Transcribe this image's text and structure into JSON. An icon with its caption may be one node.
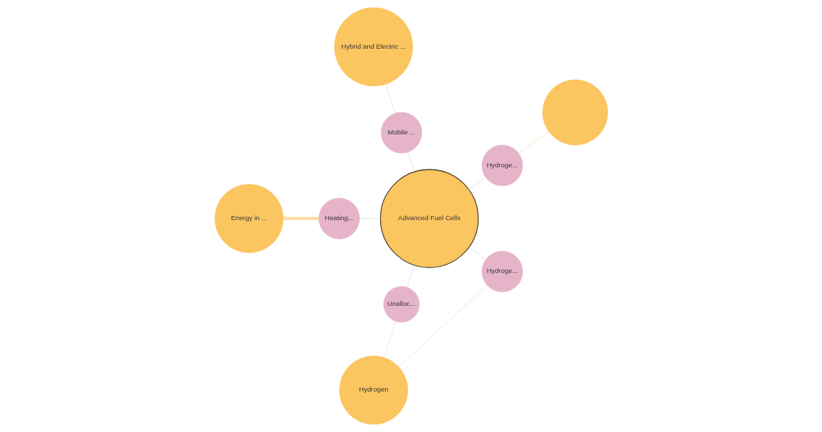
{
  "diagram": {
    "nodes": [
      {
        "text": [],
        "shape": "circle"
      },
      {
        "text": [
          "Hydroge..."
        ]
      },
      {
        "text": [
          "Hydrogen"
        ]
      },
      {
        "text": [
          "Hydroge..."
        ]
      },
      {
        "text": [
          "Advanced Fuel Cells"
        ]
      },
      {
        "text": [
          "Mobile ..."
        ]
      },
      {
        "text": [
          "Hybrid and Electric ..."
        ]
      },
      {
        "text": [
          "Heating..."
        ]
      },
      {
        "text": [
          "Unalloc..."
        ]
      },
      {
        "text": [
          "Energy in ..."
        ]
      }
    ],
    "edges": [
      {
        "from": 1,
        "to": 0,
        "arrow": "none",
        "color": "#f9e4bb"
      },
      {
        "from": 4,
        "to": 1,
        "arrow": "none"
      },
      {
        "from": 2,
        "to": 3,
        "arrow": "none",
        "color": "#f9e4bb"
      },
      {
        "from": 3,
        "to": 4,
        "arrow": "none"
      },
      {
        "from": 2,
        "to": 8,
        "arrow": "none",
        "color": "#f9e4bb"
      },
      {
        "from": 4,
        "to": 5,
        "arrow": "none"
      },
      {
        "from": 5,
        "to": 6,
        "arrow": "none",
        "color": "#f9e4bb"
      },
      {
        "from": 4,
        "to": 7,
        "arrow": "none"
      },
      {
        "from": 7,
        "to": 9,
        "arrow": "none",
        "style": "thick",
        "color": "#fbdea6"
      },
      {
        "from": 4,
        "to": 8,
        "arrow": "none"
      }
    ]
  }
}
